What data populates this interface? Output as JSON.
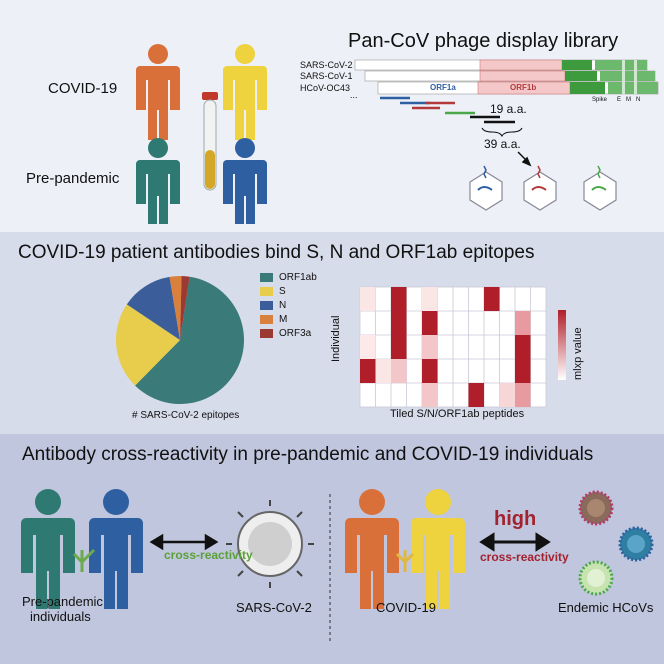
{
  "panel1": {
    "title": "Pan-CoV phage display library",
    "group_covid": "COVID-19",
    "group_prepandemic": "Pre-pandemic",
    "virus_labels": [
      "SARS-CoV-2",
      "SARS-CoV-1",
      "HCoV-OC43"
    ],
    "ellipsis": "...",
    "orf1a": "ORF1a",
    "orf1b": "ORF1b",
    "spike": "Spike",
    "e": "E",
    "m": "M",
    "n": "N",
    "peptide_len": "19 a.a.",
    "overlap_len": "39 a.a."
  },
  "panel2": {
    "title": "COVID-19 patient antibodies bind S, N and ORF1ab epitopes",
    "pie_caption": "# SARS-CoV-2 epitopes",
    "heatmap_xlabel": "Tiled S/N/ORF1ab peptides",
    "heatmap_ylabel": "Individual",
    "colorbar_label": "mlxp value"
  },
  "panel3": {
    "title": "Antibody cross-reactivity in pre-pandemic and COVID-19 individuals",
    "pre_label_1": "Pre-pandemic",
    "pre_label_2": "individuals",
    "sars_label": "SARS-CoV-2",
    "cross_label": "cross-reactivity",
    "covid_label": "COVID-19",
    "high_label": "high",
    "cross_label_2": "cross-reactivity",
    "endemic_label": "Endemic HCoVs"
  },
  "chart_data": {
    "type": "pie",
    "categories": [
      "ORF1ab",
      "S",
      "N",
      "M",
      "ORF3a"
    ],
    "values": [
      60,
      22,
      13,
      3,
      2
    ],
    "colors": [
      "#3a7a78",
      "#e8cc4c",
      "#3b5d9a",
      "#d9803d",
      "#9b3a32"
    ],
    "caption": "# SARS-CoV-2 epitopes",
    "legend_position": "right"
  }
}
